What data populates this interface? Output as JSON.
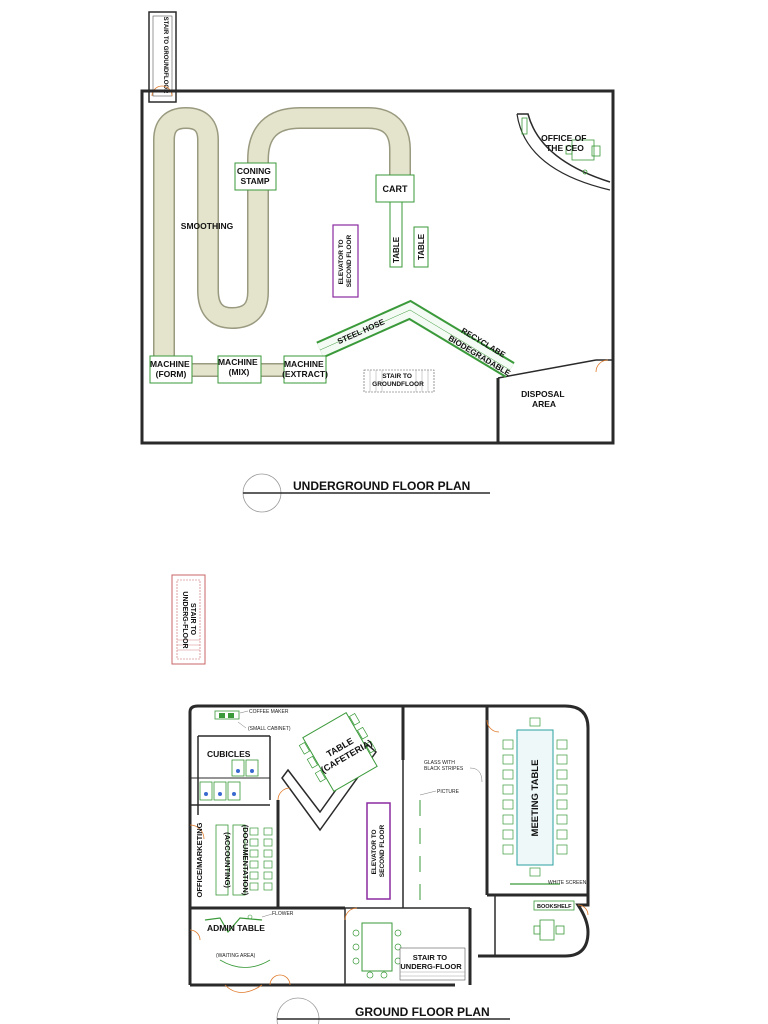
{
  "colors": {
    "wall": "#2a2a2a",
    "green": "#3a9a3a",
    "purple": "#8a2aa0",
    "conveyor": "#e4e4cc",
    "conveyor_edge": "#9a9a80",
    "orange": "#e07a2a",
    "teal": "#2aa0a0"
  },
  "underground": {
    "title": "UNDERGROUND FLOOR PLAN",
    "stair_top": "STAIR TO GROUNDFLOOR",
    "office_ceo": [
      "OFFICE OF",
      "THE CEO"
    ],
    "coning_stamp": [
      "CONING",
      "STAMP"
    ],
    "smoothing": "SMOOTHING",
    "cart": "CART",
    "elevator": [
      "ELEVATOR TO",
      "SECOND FLOOR"
    ],
    "table": "TABLE",
    "steel_hose": "STEEL HOSE",
    "recyclabe": "RECYCLABE",
    "biodegradable": "BIODEGRADABLE",
    "machine_form": [
      "MACHINE",
      "(FORM)"
    ],
    "machine_mix": [
      "MACHINE",
      "(MIX)"
    ],
    "machine_extract": [
      "MACHINE",
      "(EXTRACT)"
    ],
    "stair_center": [
      "STAIR TO",
      "GROUNDFLOOR"
    ],
    "disposal": [
      "DISPOSAL",
      "AREA"
    ]
  },
  "ground": {
    "title": "GROUND FLOOR PLAN",
    "stair_loose": [
      "STAIR TO",
      "UNDERG-FLOOR"
    ],
    "coffee_maker": "COFFEE MAKER",
    "small_cabinet": "(SMALL CABINET)",
    "cubicles": "CUBICLES",
    "table_cafeteria": [
      "TABLE",
      "(CAFETERIA)"
    ],
    "glass": [
      "GLASS WITH",
      "BLACK STRIPES"
    ],
    "picture": "PICTURE",
    "office_marketing": "OFFICE/MARKETING",
    "accounting": "(ACCOUNTING)",
    "documentation": "(DOCUMENTATION)",
    "elevator": [
      "ELEVATOR TO",
      "SECOND FLOOR"
    ],
    "meeting_table": "MEETING TABLE",
    "white_screen": "WHITE SCREEN",
    "bookshelf": "BOOKSHELF",
    "flower": "FLOWER",
    "admin_table": "ADMIN TABLE",
    "waiting_area": "(WAITING AREA)",
    "stair_bottom": [
      "STAIR TO",
      "UNDERG-FLOOR"
    ]
  }
}
